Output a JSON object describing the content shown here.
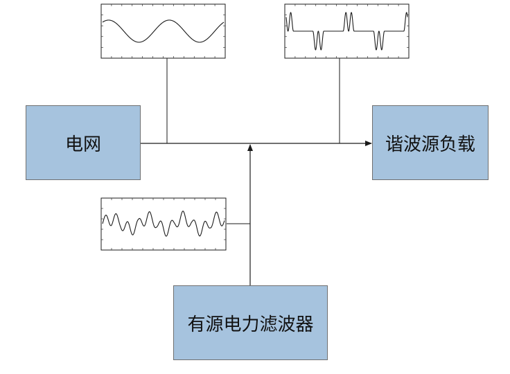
{
  "blocks": {
    "grid": {
      "label": "电网"
    },
    "load": {
      "label": "谐波源负载"
    },
    "apf": {
      "label": "有源电力滤波器"
    }
  },
  "waveforms": {
    "grid_voltage": {
      "icon": "sine-waveform-icon"
    },
    "load_current": {
      "icon": "harmonic-pulse-waveform-icon"
    },
    "compensation_current": {
      "icon": "compensation-waveform-icon"
    }
  },
  "colors": {
    "block_fill": "#a6c3de",
    "block_border": "#6f6f6f",
    "line": "#1a1a1a"
  }
}
